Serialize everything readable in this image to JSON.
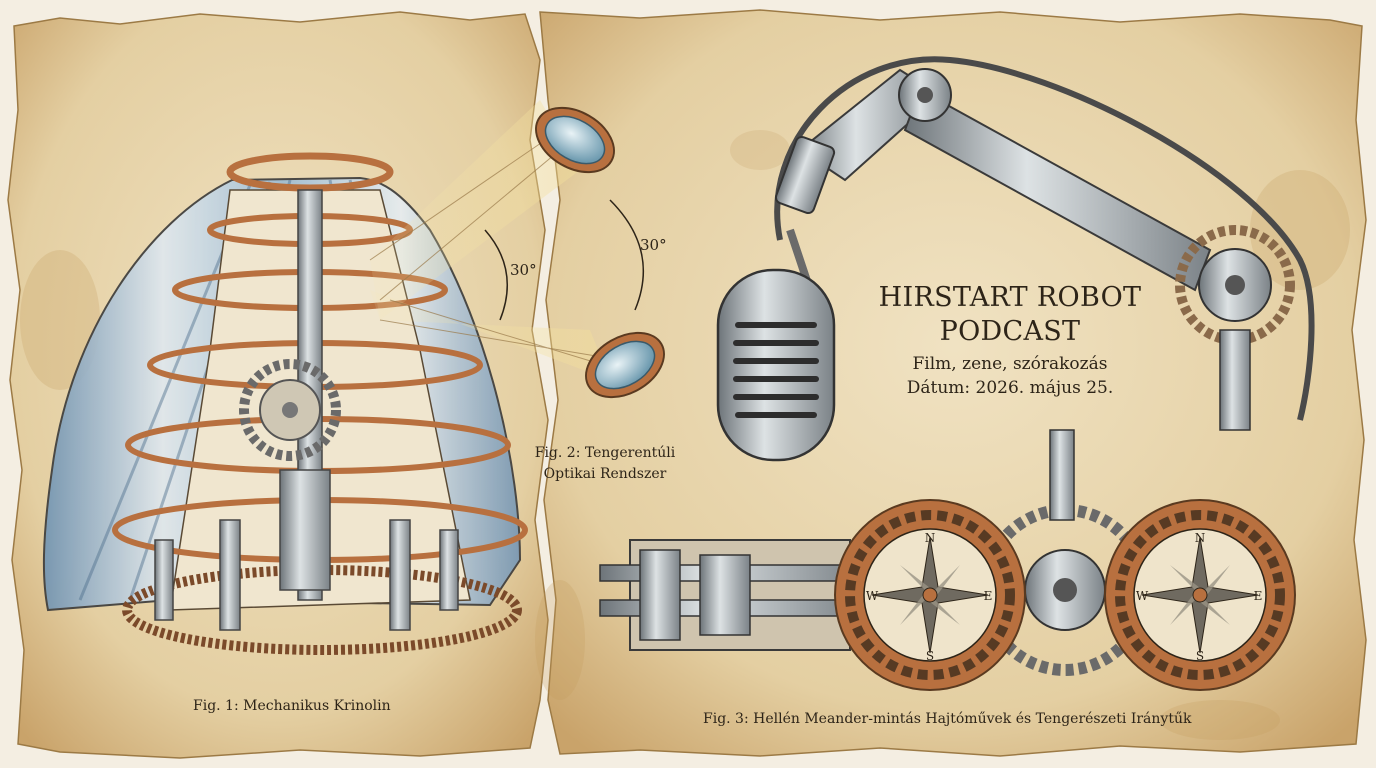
{
  "title_line1": "HIRSTART ROBOT",
  "title_line2": "PODCAST",
  "subtitle": "Film, zene, szórakozás",
  "date": "Dátum: 2026. május 25.",
  "fig1_caption": "Fig. 1: Mechanikus Krinolin",
  "fig2_caption_line1": "Fig. 2: Tengerentúli",
  "fig2_caption_line2": "Optikai Rendszer",
  "fig3_caption": "Fig. 3: Hellén Meander-mintás Hajtóművek és Tengerészeti Iránytűk",
  "angle_label_1": "30°",
  "angle_label_2": "30°",
  "compass_letters": [
    "N",
    "E",
    "S",
    "W"
  ],
  "colors": {
    "paper": "#e9d7b0",
    "ink": "#2d2418",
    "copper": "#b8703f",
    "steel": "#9aa3a8",
    "blue": "#8fb0c9"
  }
}
